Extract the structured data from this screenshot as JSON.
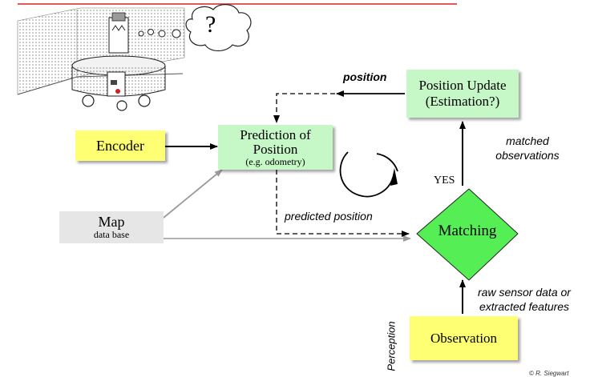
{
  "colors": {
    "yellow_box": "#ffff73",
    "green_box": "#c6f7c6",
    "matching_diamond": "#55ee55",
    "map_box": "#e6e6e6",
    "top_rule": "#e05a5a",
    "arrow": "#000000",
    "gray_arrow": "#9a9a9a"
  },
  "nodes": {
    "encoder": "Encoder",
    "prediction": {
      "line1": "Prediction of",
      "line2": "Position",
      "line3": "(e.g. odometry)"
    },
    "position_update": {
      "line1": "Position Update",
      "line2": "(Estimation?)"
    },
    "map": {
      "line1": "Map",
      "line2": "data base"
    },
    "matching": "Matching",
    "observation": "Observation"
  },
  "labels": {
    "position": "position",
    "matched": {
      "line1": "matched",
      "line2": "observations"
    },
    "yes": "YES",
    "predicted_position": "predicted position",
    "raw": {
      "line1": "raw sensor data or",
      "line2": "extracted features"
    },
    "perception": "Perception",
    "thought": "?",
    "copyright": "© R. Siegwart"
  },
  "icons": {
    "robot": "robot-illustration",
    "cycle": "cycle-arrow-icon",
    "cloud": "thought-cloud-icon"
  }
}
